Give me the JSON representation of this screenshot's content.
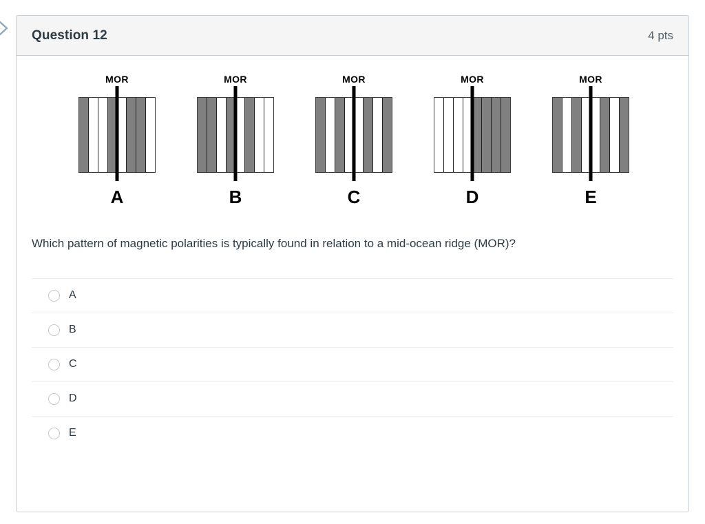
{
  "edge": {
    "chevron_icon": "chevron-right-icon"
  },
  "question": {
    "title": "Question 12",
    "points": "4 pts",
    "prompt": "Which pattern of magnetic polarities is typically found in relation to a mid-ocean ridge (MOR)?"
  },
  "diagrams": [
    {
      "letter": "A",
      "mor_label": "MOR",
      "left_stripes": [
        "g",
        "w",
        "w",
        "g"
      ],
      "right_stripes": [
        "w",
        "g",
        "g",
        "w"
      ]
    },
    {
      "letter": "B",
      "mor_label": "MOR",
      "left_stripes": [
        "g",
        "g",
        "w",
        "g"
      ],
      "right_stripes": [
        "w",
        "g",
        "w",
        "w"
      ]
    },
    {
      "letter": "C",
      "mor_label": "MOR",
      "left_stripes": [
        "g",
        "w",
        "g",
        "w"
      ],
      "right_stripes": [
        "w",
        "g",
        "w",
        "g"
      ]
    },
    {
      "letter": "D",
      "mor_label": "MOR",
      "left_stripes": [
        "w",
        "w",
        "w",
        "w"
      ],
      "right_stripes": [
        "g",
        "g",
        "g",
        "g"
      ]
    },
    {
      "letter": "E",
      "mor_label": "MOR",
      "left_stripes": [
        "g",
        "w",
        "g",
        "w"
      ],
      "right_stripes": [
        "w",
        "g",
        "w",
        "g"
      ]
    }
  ],
  "answers": [
    {
      "label": "A",
      "selected": false
    },
    {
      "label": "B",
      "selected": false
    },
    {
      "label": "C",
      "selected": false
    },
    {
      "label": "D",
      "selected": false
    },
    {
      "label": "E",
      "selected": false
    }
  ],
  "colors": {
    "normal_polarity": "#808080",
    "reversed_polarity": "#ffffff",
    "mor_line": "#000000",
    "header_bg": "#f5f5f5",
    "text": "#2d3b45"
  }
}
